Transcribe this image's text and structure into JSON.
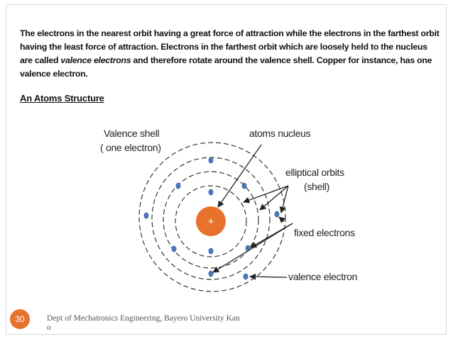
{
  "paragraph": {
    "part1": "The electrons in the nearest orbit having a great force of attraction while the electrons in the farthest orbit having the least force of attraction. Electrons in the farthest orbit which are loosely held to the nucleus are called ",
    "italic": "valence electrons",
    "part2": " and therefore rotate around the valence shell. Copper for instance, has one valence electron."
  },
  "heading": "An Atoms Structure",
  "diagram": {
    "valence_shell_line1": "Valence shell",
    "valence_shell_line2": "( one electron)",
    "nucleus_label": "atoms nucleus",
    "orbits_line1": "elliptical orbits",
    "orbits_line2": "(shell)",
    "fixed_label": "fixed electrons",
    "valence_label": "valence electron",
    "nucleus_symbol": "+"
  },
  "colors": {
    "nucleus": "#e8712c",
    "electron": "#4a74b6",
    "badge": "#e8712c"
  },
  "slide_number": "30",
  "footer": "Dept of Mechatronics Engineering, Bayero University Kan o"
}
